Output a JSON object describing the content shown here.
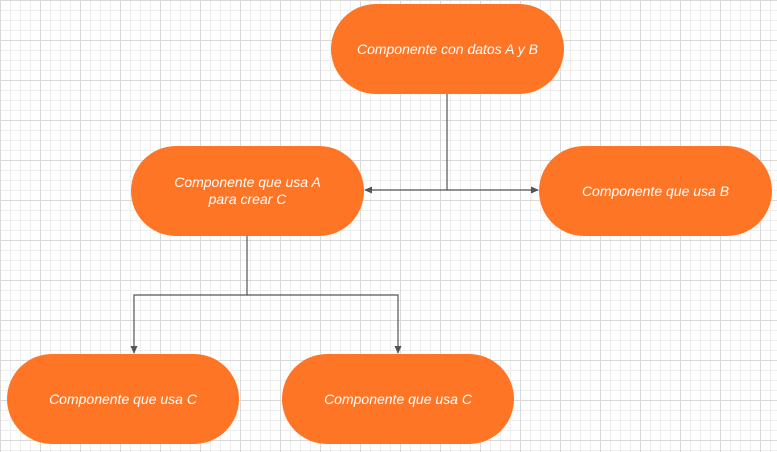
{
  "diagram": {
    "node_color": "#ff7526",
    "text_color": "#ffffff",
    "connector_color": "#555555",
    "nodes": {
      "root": {
        "label": "Componente con datos A y B"
      },
      "a": {
        "label": "Componente que usa A para crear C"
      },
      "b": {
        "label": "Componente que usa B"
      },
      "c1": {
        "label": "Componente que usa C"
      },
      "c2": {
        "label": "Componente que usa C"
      }
    },
    "edges": [
      {
        "from": "root",
        "to": "a"
      },
      {
        "from": "root",
        "to": "b"
      },
      {
        "from": "a",
        "to": "c1"
      },
      {
        "from": "a",
        "to": "c2"
      }
    ]
  }
}
